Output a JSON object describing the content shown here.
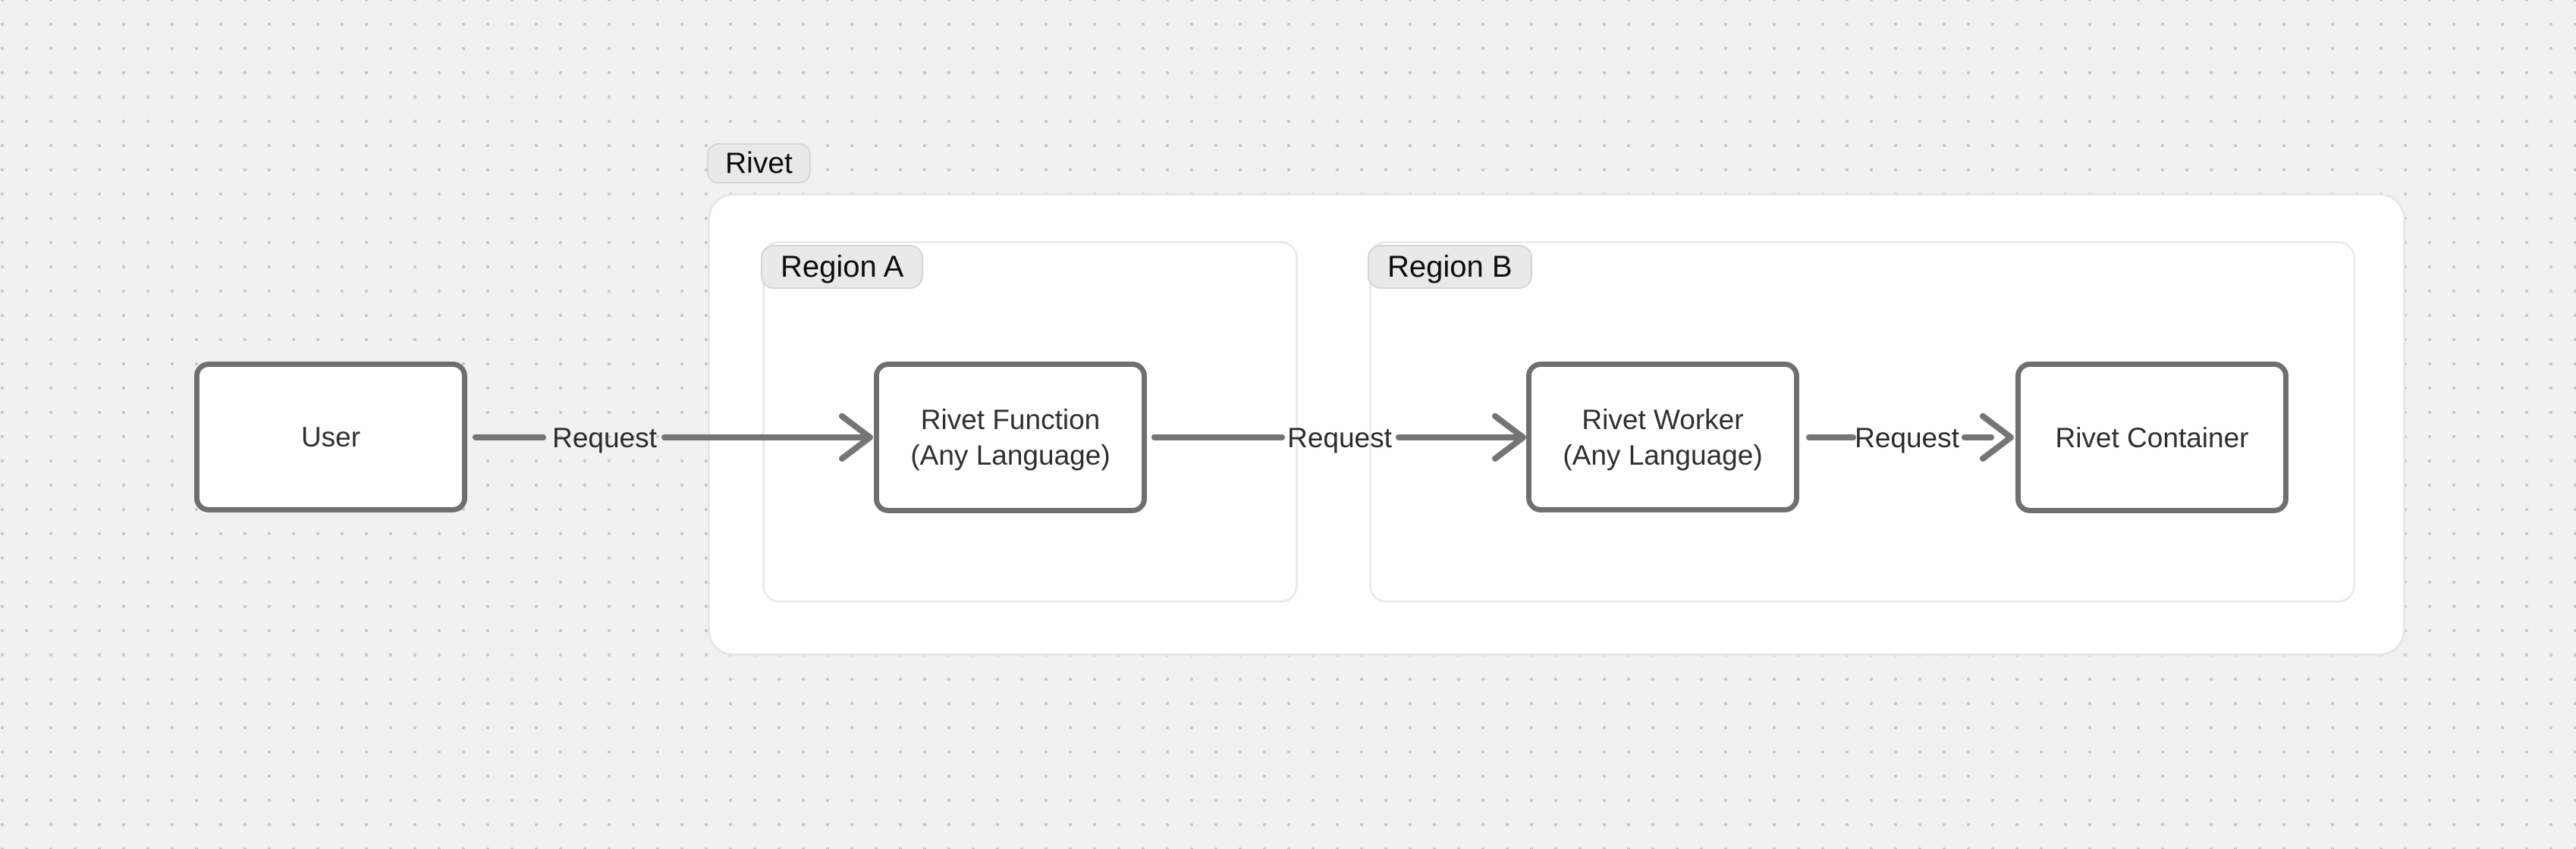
{
  "canvas": {
    "background_color": "#f1f1f1",
    "dot_color": "#c7c7c7"
  },
  "diagram": {
    "group_label": "Rivet",
    "regions": [
      {
        "label": "Region A"
      },
      {
        "label": "Region B"
      }
    ],
    "nodes": {
      "user": {
        "label": "User"
      },
      "function": {
        "label": "Rivet Function",
        "sublabel": "(Any Language)"
      },
      "worker": {
        "label": "Rivet Worker",
        "sublabel": "(Any Language)"
      },
      "container": {
        "label": "Rivet Container"
      }
    },
    "edges": [
      {
        "from": "User",
        "to": "Rivet Function",
        "label": "Request"
      },
      {
        "from": "Rivet Function",
        "to": "Rivet Worker",
        "label": "Request"
      },
      {
        "from": "Rivet Worker",
        "to": "Rivet Container",
        "label": "Request"
      }
    ],
    "colors": {
      "container_background": "#ffffff",
      "container_border": "#e7e7e7",
      "pill_background": "#e9e9e9",
      "pill_border": "#d4d4d4",
      "node_border": "#6f6f6f",
      "node_text": "#2f2f2f",
      "arrow": "#757575"
    }
  }
}
